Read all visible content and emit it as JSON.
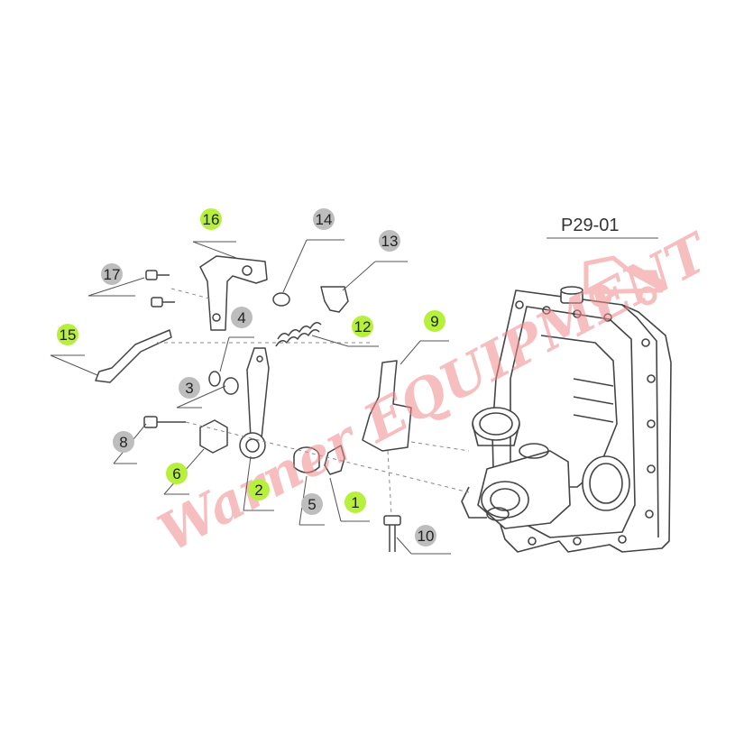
{
  "diagram": {
    "code": "P29-01",
    "colors": {
      "highlight": "#b6f03c",
      "badge": "#bdbdbd",
      "line": "#555555",
      "watermark": "#f08a8a"
    },
    "callouts": [
      {
        "id": "1",
        "label": "1",
        "highlight": true
      },
      {
        "id": "2",
        "label": "2",
        "highlight": true
      },
      {
        "id": "3",
        "label": "3",
        "highlight": false
      },
      {
        "id": "4",
        "label": "4",
        "highlight": false
      },
      {
        "id": "5",
        "label": "5",
        "highlight": false
      },
      {
        "id": "6",
        "label": "6",
        "highlight": true
      },
      {
        "id": "8",
        "label": "8",
        "highlight": false
      },
      {
        "id": "9",
        "label": "9",
        "highlight": true
      },
      {
        "id": "10",
        "label": "10",
        "highlight": false
      },
      {
        "id": "12",
        "label": "12",
        "highlight": true
      },
      {
        "id": "13",
        "label": "13",
        "highlight": false
      },
      {
        "id": "14",
        "label": "14",
        "highlight": false
      },
      {
        "id": "15",
        "label": "15",
        "highlight": true
      },
      {
        "id": "16",
        "label": "16",
        "highlight": true
      },
      {
        "id": "17",
        "label": "17",
        "highlight": false
      }
    ],
    "watermark": {
      "text": "Warner EQUIPMENT"
    }
  }
}
